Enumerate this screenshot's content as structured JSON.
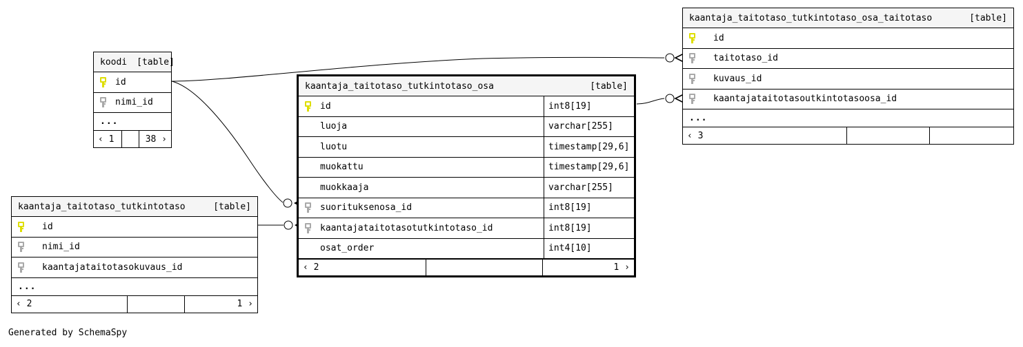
{
  "diagram": {
    "credit": "Generated by SchemaSpy",
    "table_tag": "[table]",
    "ellipsis": "...",
    "prev_arrow": "‹",
    "next_arrow": "›"
  },
  "tables": {
    "koodi": {
      "name": "koodi",
      "tag": "[table]",
      "focused": false,
      "has_type_column": false,
      "columns": [
        {
          "key": "pk",
          "name": "id"
        },
        {
          "key": "fk",
          "name": "nimi_id"
        }
      ],
      "ellipsis": "...",
      "footer": {
        "left": "‹ 1",
        "middle": "",
        "right": "38 ›"
      }
    },
    "kaantaja_taitotaso_tutkintotaso_osa": {
      "name": "kaantaja_taitotaso_tutkintotaso_osa",
      "tag": "[table]",
      "focused": true,
      "has_type_column": true,
      "columns": [
        {
          "key": "pk",
          "name": "id",
          "type": "int8[19]"
        },
        {
          "key": "none",
          "name": "luoja",
          "type": "varchar[255]"
        },
        {
          "key": "none",
          "name": "luotu",
          "type": "timestamp[29,6]"
        },
        {
          "key": "none",
          "name": "muokattu",
          "type": "timestamp[29,6]"
        },
        {
          "key": "none",
          "name": "muokkaaja",
          "type": "varchar[255]"
        },
        {
          "key": "fk",
          "name": "suorituksenosa_id",
          "type": "int8[19]"
        },
        {
          "key": "fk",
          "name": "kaantajataitotasotutkintotaso_id",
          "type": "int8[19]"
        },
        {
          "key": "none",
          "name": "osat_order",
          "type": "int4[10]"
        }
      ],
      "footer": {
        "left": "‹ 2",
        "middle": "",
        "right": "1 ›"
      }
    },
    "kaantaja_taitotaso_tutkintotaso_osa_taitotaso": {
      "name": "kaantaja_taitotaso_tutkintotaso_osa_taitotaso",
      "tag": "[table]",
      "focused": false,
      "has_type_column": false,
      "columns": [
        {
          "key": "pk",
          "name": "id"
        },
        {
          "key": "fk",
          "name": "taitotaso_id"
        },
        {
          "key": "fk",
          "name": "kuvaus_id"
        },
        {
          "key": "fk",
          "name": "kaantajataitotasoutkintotasoosa_id"
        }
      ],
      "ellipsis": "...",
      "footer": {
        "left": "‹ 3",
        "middle": "",
        "right": ""
      }
    },
    "kaantaja_taitotaso_tutkintotaso": {
      "name": "kaantaja_taitotaso_tutkintotaso",
      "tag": "[table]",
      "focused": false,
      "has_type_column": false,
      "columns": [
        {
          "key": "pk",
          "name": "id"
        },
        {
          "key": "fk",
          "name": "nimi_id"
        },
        {
          "key": "fk",
          "name": "kaantajataitotasokuvaus_id"
        }
      ],
      "ellipsis": "...",
      "footer": {
        "left": "‹ 2",
        "middle": "",
        "right": "1 ›"
      }
    }
  },
  "colors": {
    "primary_key": "#dede00",
    "foreign_key": "#a9a9a9",
    "header_bg": "#f5f5f5",
    "line": "#000000",
    "background": "#ffffff"
  }
}
